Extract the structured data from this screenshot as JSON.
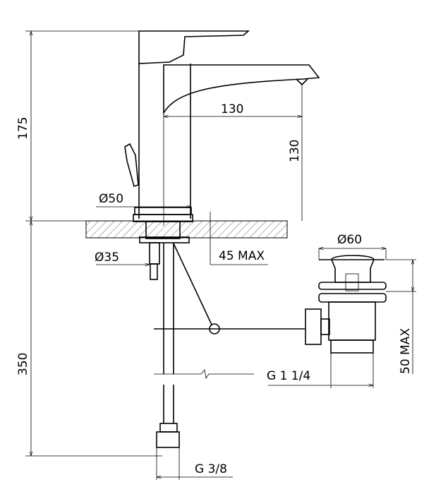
{
  "dimensions": {
    "tap_height": "175",
    "spout_reach": "130",
    "spout_height": "130",
    "base_diameter": "Ø50",
    "hole_diameter": "Ø35",
    "deck_thickness": "45 MAX",
    "hose_length": "350",
    "waste_diameter": "Ø60",
    "waste_height": "50 MAX",
    "waste_thread": "G 1 1/4",
    "inlet_thread": "G 3/8"
  },
  "colors": {
    "line": "#000000",
    "background": "#ffffff"
  }
}
